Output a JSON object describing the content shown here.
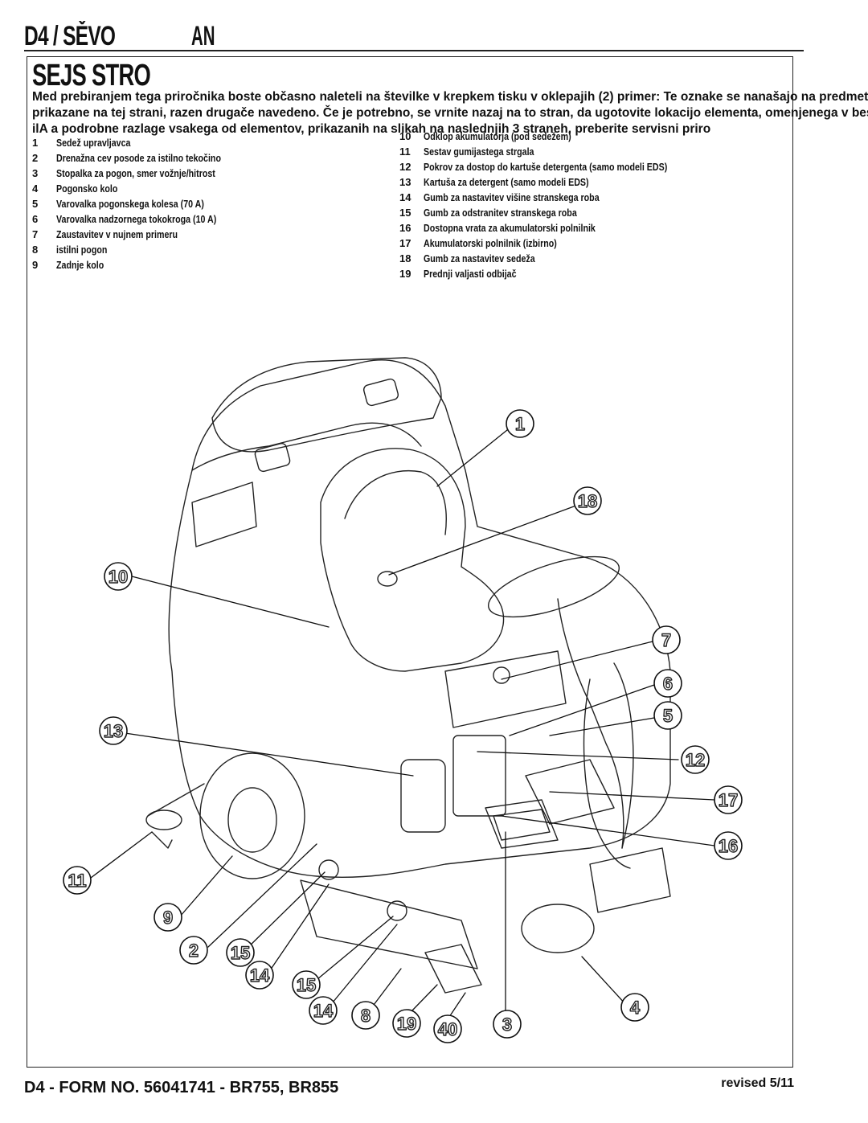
{
  "header": {
    "left": "D4 / SĚVO",
    "right": "AN"
  },
  "section_title": "SEJS STRO",
  "intro_lines": [
    "Med prebiranjem tega priročnika boste občasno naleteli na številke v krepkem tisku v oklepajih (2) primer: Te oznake se nanašajo na predmete,",
    "prikazane na tej strani, razen drugače navedeno. Če je potrebno, se vrnite nazaj na to stran, da ugotovite lokacijo elementa, omenjenega v besed",
    "ilA a podrobne razlage vsakega od elementov, prikazanih na slikah na naslednjih 3 straneh, preberite servisni priro"
  ],
  "left_list": [
    {
      "n": "1",
      "label": "Sedež upravljavca"
    },
    {
      "n": "2",
      "label": "Drenažna cev posode za istilno tekočino"
    },
    {
      "n": "3",
      "label": "Stopalka za pogon, smer vožnje/hitrost"
    },
    {
      "n": "4",
      "label": "Pogonsko kolo"
    },
    {
      "n": "5",
      "label": "Varovalka pogonskega kolesa (70 A)"
    },
    {
      "n": "6",
      "label": "Varovalka nadzornega tokokroga (10 A)"
    },
    {
      "n": "7",
      "label": "Zaustavitev v nujnem primeru"
    },
    {
      "n": "8",
      "label": "istilni pogon"
    },
    {
      "n": "9",
      "label": "Zadnje kolo"
    }
  ],
  "right_list": [
    {
      "n": "10",
      "label": "Odklop akumulatorja (pod sedežem)"
    },
    {
      "n": "11",
      "label": "Sestav gumijastega strgala"
    },
    {
      "n": "12",
      "label": "Pokrov za dostop do kartuše detergenta (samo modeli EDS)"
    },
    {
      "n": "13",
      "label": "Kartuša za detergent (samo modeli EDS)"
    },
    {
      "n": "14",
      "label": "Gumb za nastavitev višine stranskega roba"
    },
    {
      "n": "15",
      "label": "Gumb za odstranitev stranskega roba"
    },
    {
      "n": "16",
      "label": "Dostopna vrata za akumulatorski polnilnik"
    },
    {
      "n": "17",
      "label": "Akumulatorski polnilnik (izbirno)"
    },
    {
      "n": "18",
      "label": "Gumb za nastavitev sedeža"
    },
    {
      "n": "19",
      "label": "Prednji valjasti odbijač"
    }
  ],
  "callouts": [
    "1",
    "18",
    "10",
    "7",
    "6",
    "5",
    "13",
    "12",
    "17",
    "16",
    "11",
    "9",
    "2",
    "15",
    "14",
    "15",
    "14",
    "8",
    "19",
    "40",
    "3",
    "4"
  ],
  "footer": {
    "left": "D4   - FORM NO. 56041741 - BR755, BR855",
    "right": "revised 5/11"
  }
}
